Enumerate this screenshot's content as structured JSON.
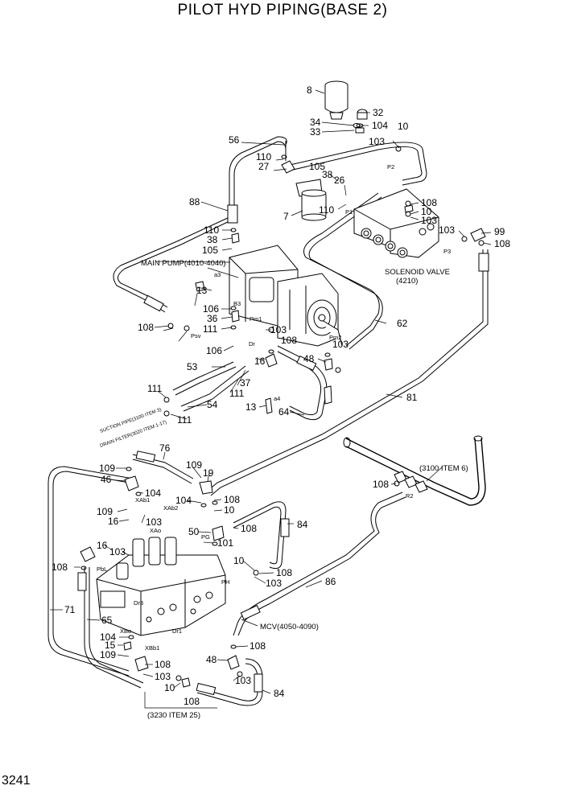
{
  "title": "PILOT HYD PIPING(BASE 2)",
  "page_number": "3241",
  "labels": {
    "main_pump": "MAIN PUMP(4010-4040)",
    "solenoid_valve": "SOLENOID VALVE",
    "solenoid_ref": "(4210)",
    "mcv": "MCV(4050-4090)",
    "ref_3100": "(3100 ITEM 6)",
    "ref_3230": "(3230 ITEM 25)",
    "suction_pipe": "SUCTION PIPE(3100 ITEM 3)",
    "drain_filter": "DRAIN FILTER(3020 ITEM 1-17)"
  },
  "ports": [
    "P2",
    "P1",
    "P3",
    "a3",
    "B3",
    "Psv",
    "Pm1",
    "Dr",
    "a4",
    "Pm2",
    "R2",
    "XAb1",
    "XAb2",
    "XAo",
    "PG",
    "PbL",
    "Dr3",
    "PH",
    "XBo",
    "XBb1",
    "Dr1"
  ],
  "callouts": [
    "8",
    "32",
    "34",
    "104",
    "33",
    "10",
    "56",
    "103",
    "110",
    "27",
    "105",
    "38",
    "26",
    "88",
    "7",
    "110",
    "P1",
    "108",
    "10",
    "103",
    "110",
    "38",
    "105",
    "103",
    "99",
    "108",
    "13",
    "106",
    "36",
    "111",
    "103",
    "106",
    "16",
    "108",
    "62",
    "48",
    "103",
    "53",
    "108",
    "37",
    "111",
    "111",
    "54",
    "13",
    "64",
    "111",
    "81",
    "76",
    "109",
    "19",
    "46",
    "104",
    "109",
    "108",
    "10",
    "16",
    "103",
    "104",
    "50",
    "84",
    "108",
    "101",
    "16",
    "103",
    "108",
    "10",
    "108",
    "103",
    "86",
    "71",
    "65",
    "104",
    "15",
    "109",
    "108",
    "103",
    "10",
    "108",
    "48",
    "103",
    "84"
  ]
}
